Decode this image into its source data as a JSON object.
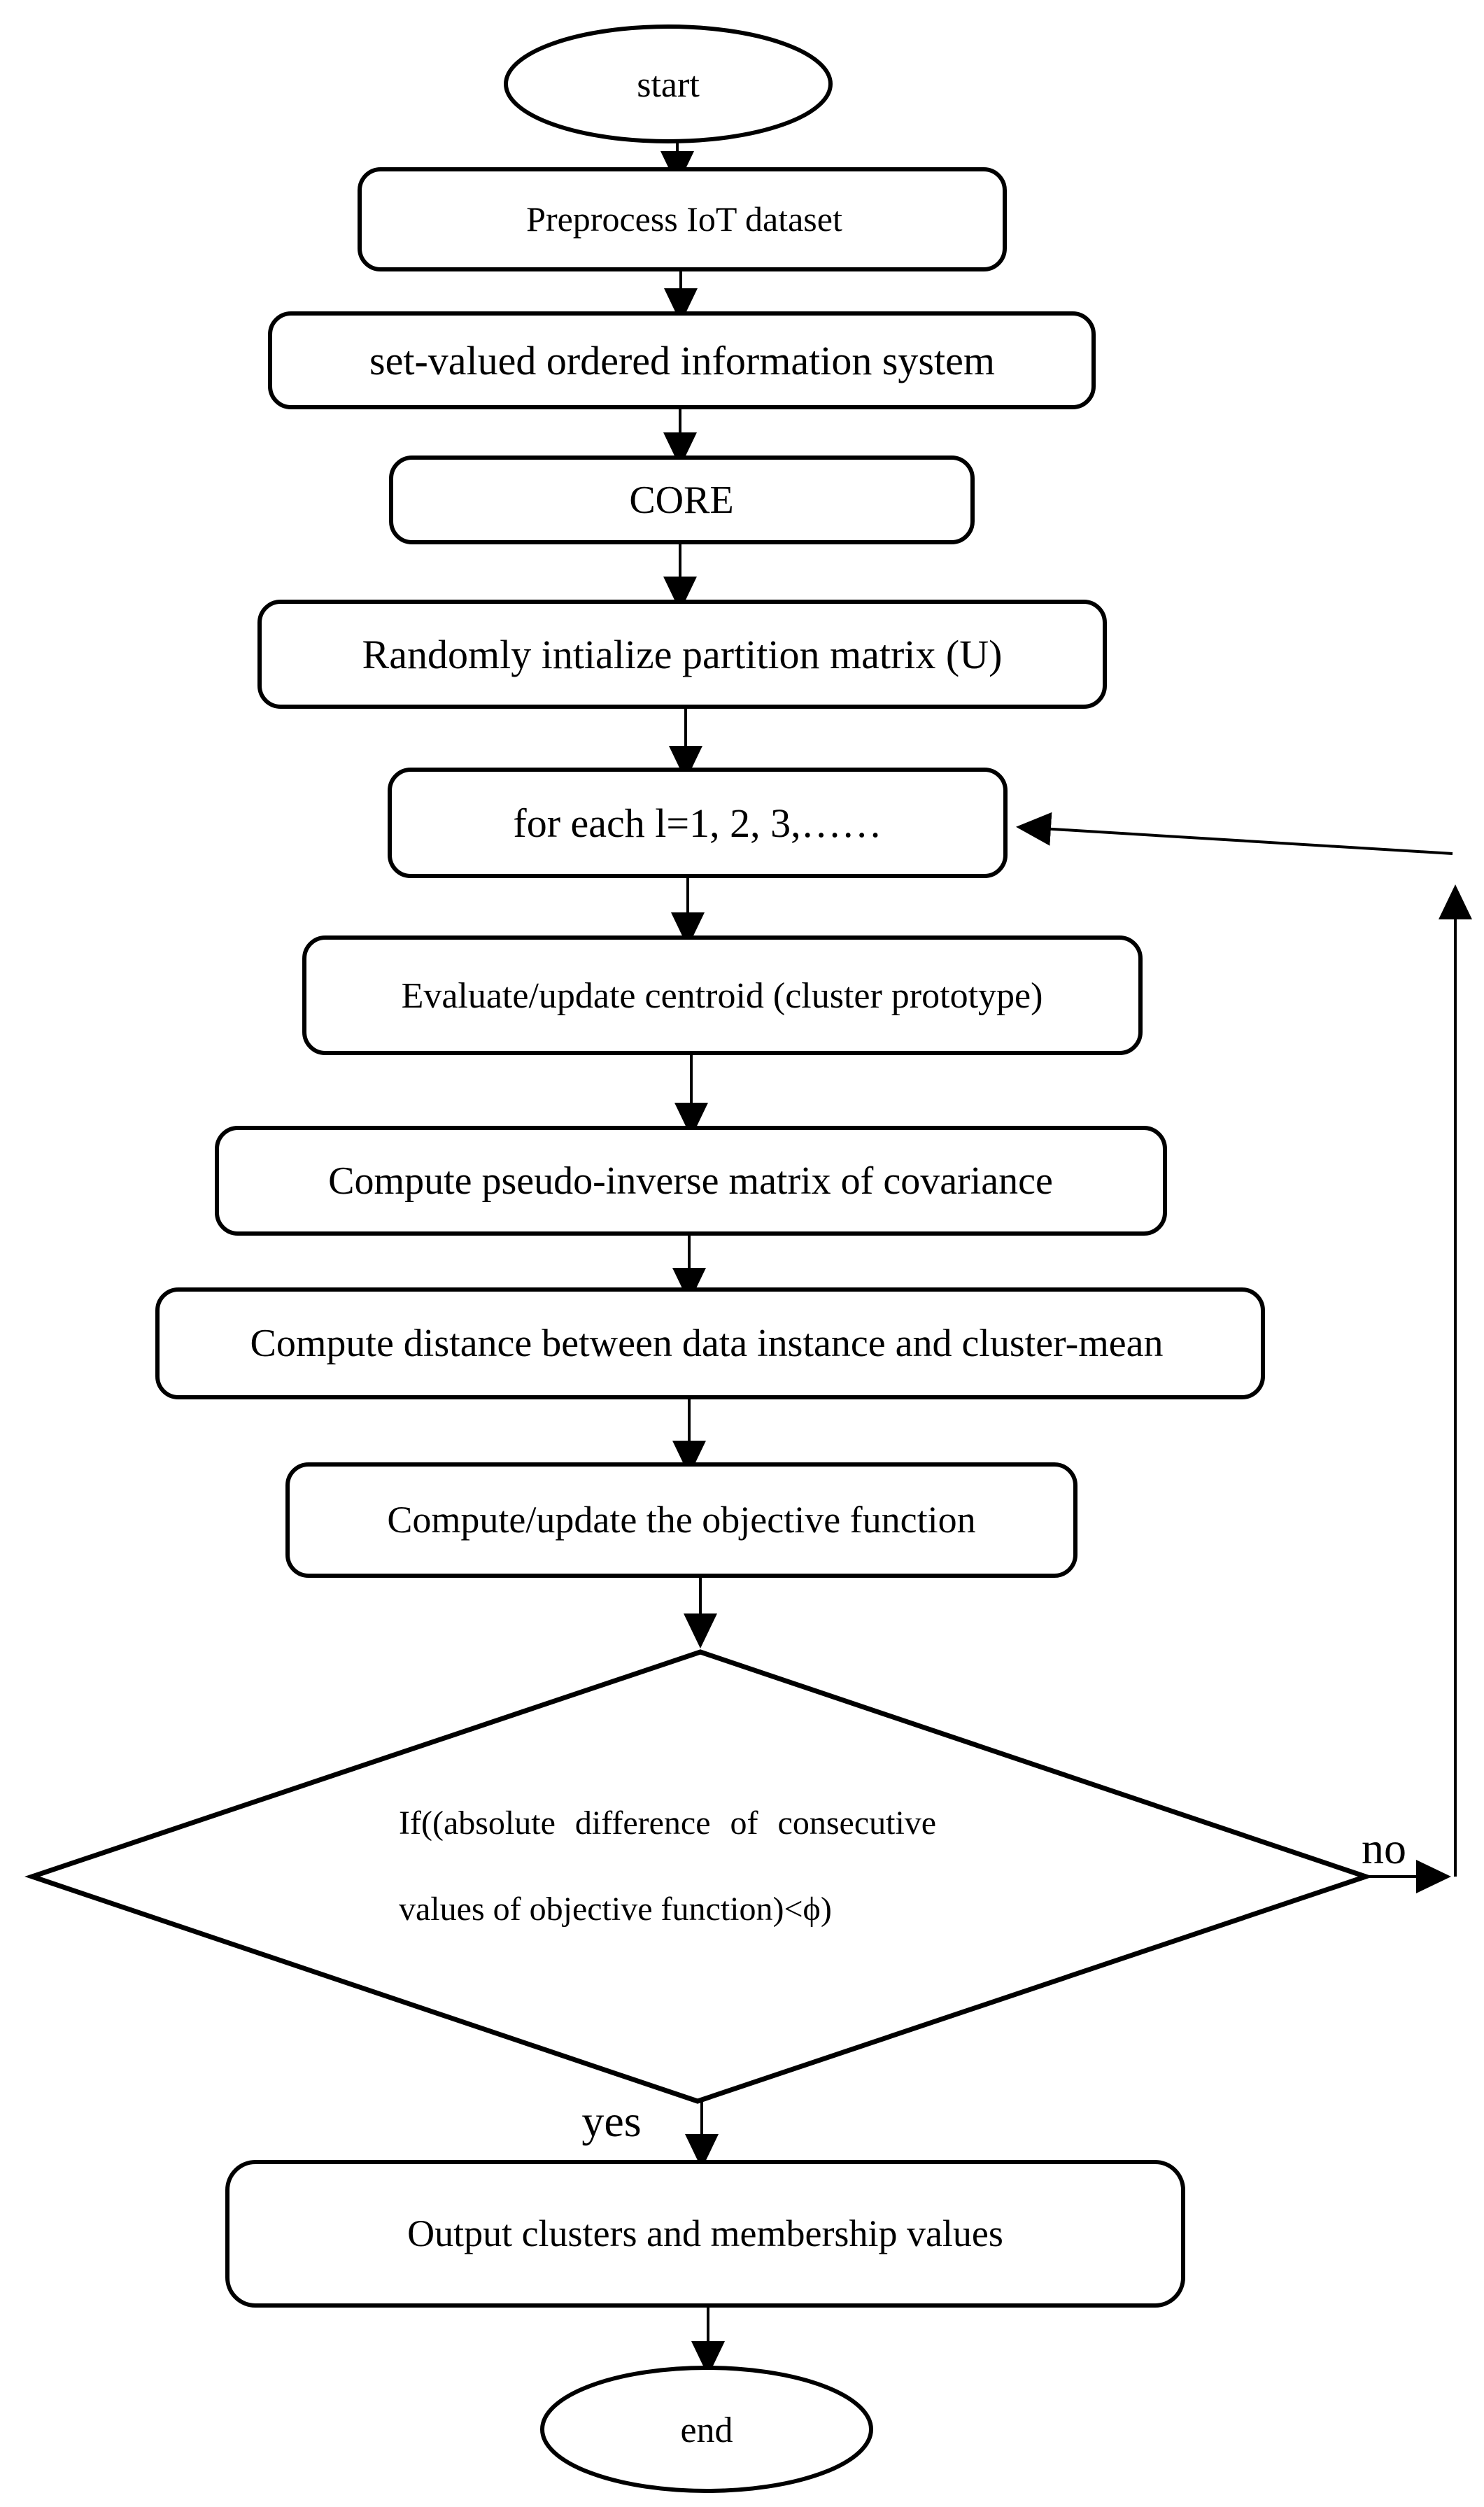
{
  "flowchart": {
    "nodes": {
      "start": {
        "shape": "ellipse",
        "label": "start"
      },
      "preprocess": {
        "shape": "rounded-rect",
        "label": "Preprocess IoT dataset"
      },
      "svois": {
        "shape": "rounded-rect",
        "label": "set-valued ordered information system"
      },
      "core": {
        "shape": "rounded-rect",
        "label": "CORE"
      },
      "init": {
        "shape": "rounded-rect",
        "label": "Randomly intialize partition matrix (U)"
      },
      "foreach": {
        "shape": "rounded-rect",
        "label": "for each l=1, 2, 3,……"
      },
      "centroid": {
        "shape": "rounded-rect",
        "label": "Evaluate/update centroid (cluster prototype)"
      },
      "pseudo": {
        "shape": "rounded-rect",
        "label": "Compute pseudo-inverse matrix of covariance"
      },
      "distance": {
        "shape": "rounded-rect",
        "label": "Compute distance between data instance and cluster-mean"
      },
      "objective": {
        "shape": "rounded-rect",
        "label": "Compute/update the objective function"
      },
      "decision": {
        "shape": "diamond",
        "label_line1": "If((absolute difference of consecutive",
        "label_line2": "values of objective function)<ϕ)"
      },
      "output": {
        "shape": "rounded-rect",
        "label": "Output clusters and membership values"
      },
      "end": {
        "shape": "ellipse",
        "label": "end"
      }
    },
    "edge_labels": {
      "yes": "yes",
      "no": "no"
    },
    "colors": {
      "stroke": "#000000",
      "background": "#ffffff",
      "text": "#000000"
    }
  }
}
